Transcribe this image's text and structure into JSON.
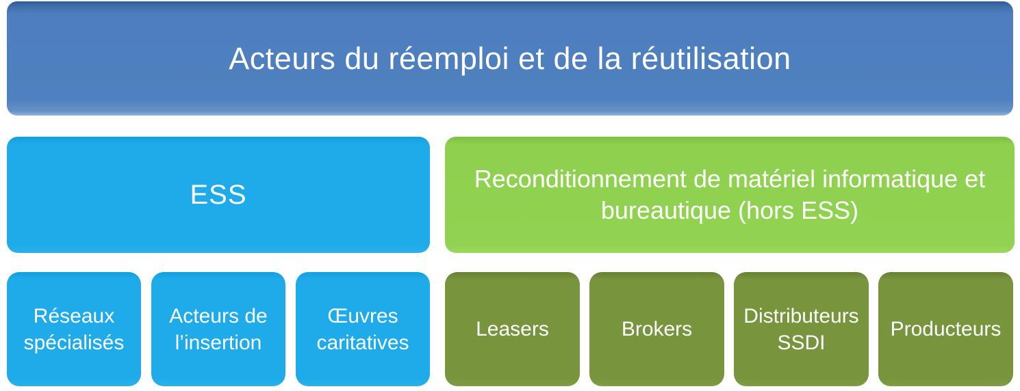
{
  "title": "Acteurs du réemploi et de la réutilisation",
  "colors": {
    "banner_blue": "#4E7EBD",
    "ess_cyan": "#1FABE9",
    "recond_green": "#92D252",
    "child_olive": "#78953E",
    "text": "#FFFFFF",
    "background": "#FFFFFF"
  },
  "groups": [
    {
      "id": "ess",
      "label": "ESS",
      "children": [
        "Réseaux spécialisés",
        "Acteurs de l’insertion",
        "Œuvres caritatives"
      ]
    },
    {
      "id": "reconditionnement",
      "label": "Reconditionnement de matériel informatique et bureautique (hors ESS)",
      "children": [
        "Leasers",
        "Brokers",
        "Distributeurs SSDI",
        "Producteurs"
      ]
    }
  ]
}
